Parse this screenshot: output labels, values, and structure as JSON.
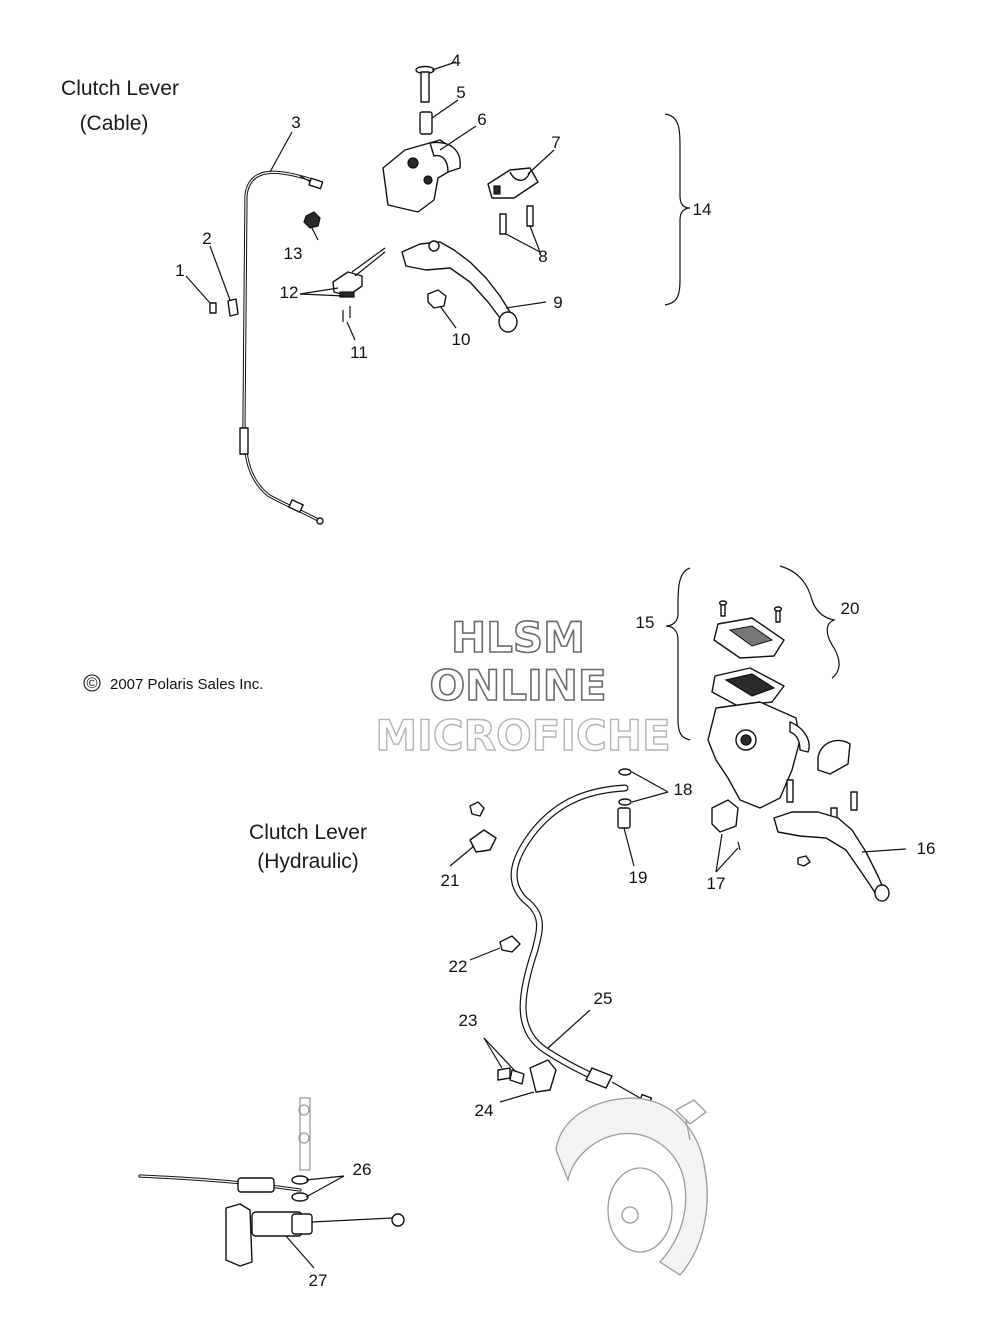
{
  "titles": {
    "cable_line1": "Clutch Lever",
    "cable_line2": "(Cable)",
    "hydraulic_line1": "Clutch Lever",
    "hydraulic_line2": "(Hydraulic)"
  },
  "copyright": {
    "symbol": "©",
    "text": "2007 Polaris Sales Inc."
  },
  "watermark": {
    "line1": "HLSM",
    "line2": "ONLINE",
    "line3": "MICROFICHE"
  },
  "callouts": [
    "1",
    "2",
    "3",
    "4",
    "5",
    "6",
    "7",
    "8",
    "9",
    "10",
    "11",
    "12",
    "13",
    "14",
    "15",
    "16",
    "17",
    "18",
    "19",
    "20",
    "21",
    "22",
    "23",
    "24",
    "25",
    "26",
    "27"
  ]
}
